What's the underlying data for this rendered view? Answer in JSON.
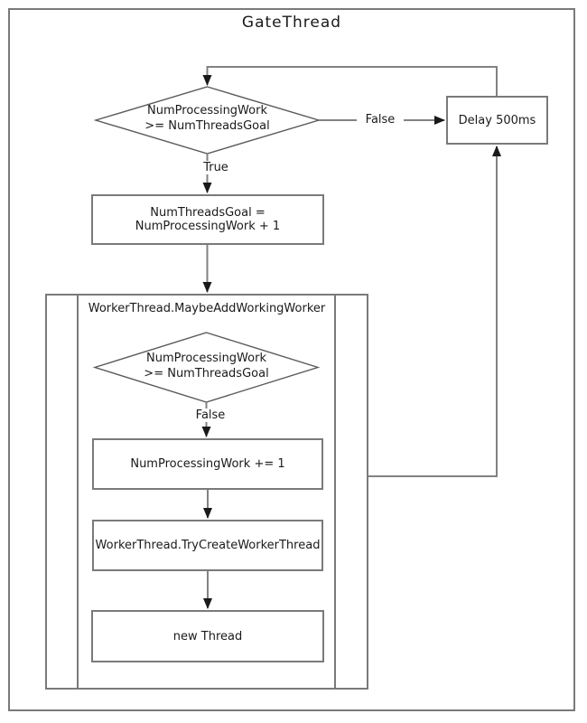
{
  "title": "GateThread",
  "nodes": {
    "decision_outer": {
      "line1": "NumProcessingWork",
      "line2": ">= NumThreadsGoal"
    },
    "delay": {
      "label": "Delay 500ms"
    },
    "set_goal": {
      "label": "NumThreadsGoal = NumProcessingWork + 1"
    },
    "worker_container": {
      "title": "WorkerThread.MaybeAddWorkingWorker"
    },
    "decision_inner": {
      "line1": "NumProcessingWork",
      "line2": ">= NumThreadsGoal"
    },
    "increment": {
      "label": "NumProcessingWork += 1"
    },
    "try_create": {
      "label": "WorkerThread.TryCreateWorkerThread"
    },
    "new_thread": {
      "label": "new Thread"
    }
  },
  "edge_labels": {
    "outer_false": "False",
    "outer_true": "True",
    "inner_false": "False"
  },
  "colors": {
    "background": "#ffffff",
    "shape_border": "#7a7a7a",
    "connector": "#828282",
    "arrowhead": "#1a1a1a",
    "text": "#1a1a1a"
  }
}
